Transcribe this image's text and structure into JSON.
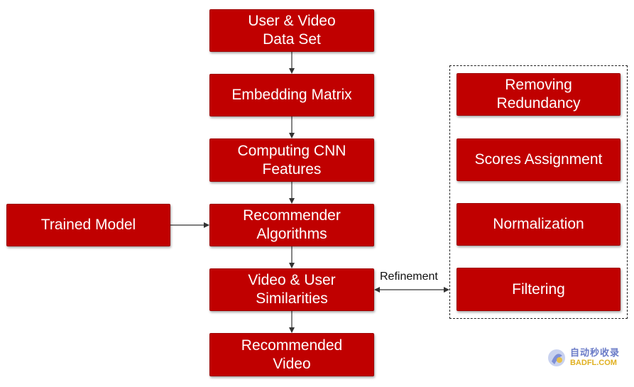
{
  "diagram": {
    "main_flow": [
      {
        "id": "user-video-data-set",
        "label": "User & Video\nData Set"
      },
      {
        "id": "embedding-matrix",
        "label": "Embedding Matrix"
      },
      {
        "id": "computing-cnn-features",
        "label": "Computing CNN\nFeatures"
      },
      {
        "id": "recommender-algorithms",
        "label": "Recommender\nAlgorithms"
      },
      {
        "id": "video-user-similarities",
        "label": "Video & User\nSimilarities"
      },
      {
        "id": "recommended-video",
        "label": "Recommended\nVideo"
      }
    ],
    "side_input": {
      "id": "trained-model",
      "label": "Trained Model"
    },
    "refinement_steps": [
      {
        "id": "removing-redundancy",
        "label": "Removing\nRedundancy"
      },
      {
        "id": "scores-assignment",
        "label": "Scores Assignment"
      },
      {
        "id": "normalization",
        "label": "Normalization"
      },
      {
        "id": "filtering",
        "label": "Filtering"
      }
    ],
    "refinement_edge_label": "Refinement",
    "colors": {
      "box_fill": "#c00000",
      "box_text": "#ffffff",
      "arrow": "#333333"
    }
  },
  "watermark": {
    "line1": "自动秒收录",
    "line2": "BADFL.COM"
  }
}
